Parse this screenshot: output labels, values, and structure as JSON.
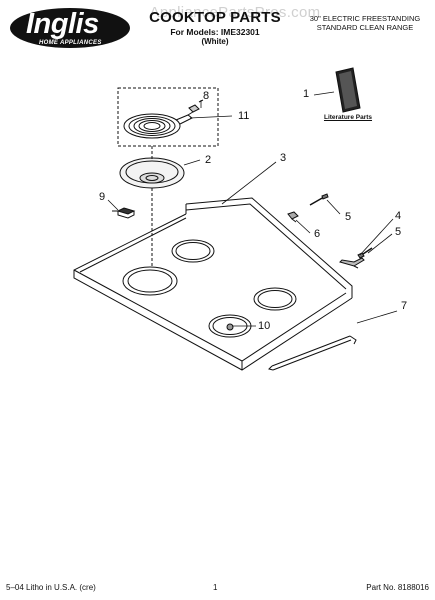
{
  "brand": {
    "name": "Inglis",
    "tagline": "HOME APPLIANCES"
  },
  "watermark": "AppliancePartsPros.com",
  "header": {
    "title": "COOKTOP PARTS",
    "models_line": "For Models: IME32301",
    "color_line": "(White)",
    "range_line1": "30\" ELECTRIC FREESTANDING",
    "range_line2": "STANDARD CLEAN RANGE"
  },
  "literature": {
    "label": "Literature Parts"
  },
  "callouts": [
    "1",
    "2",
    "3",
    "4",
    "5",
    "5",
    "6",
    "7",
    "8",
    "9",
    "10",
    "11"
  ],
  "footer": {
    "left": "5–04 Litho in U.S.A. (cre)",
    "page": "1",
    "right": "Part No. 8188016"
  }
}
